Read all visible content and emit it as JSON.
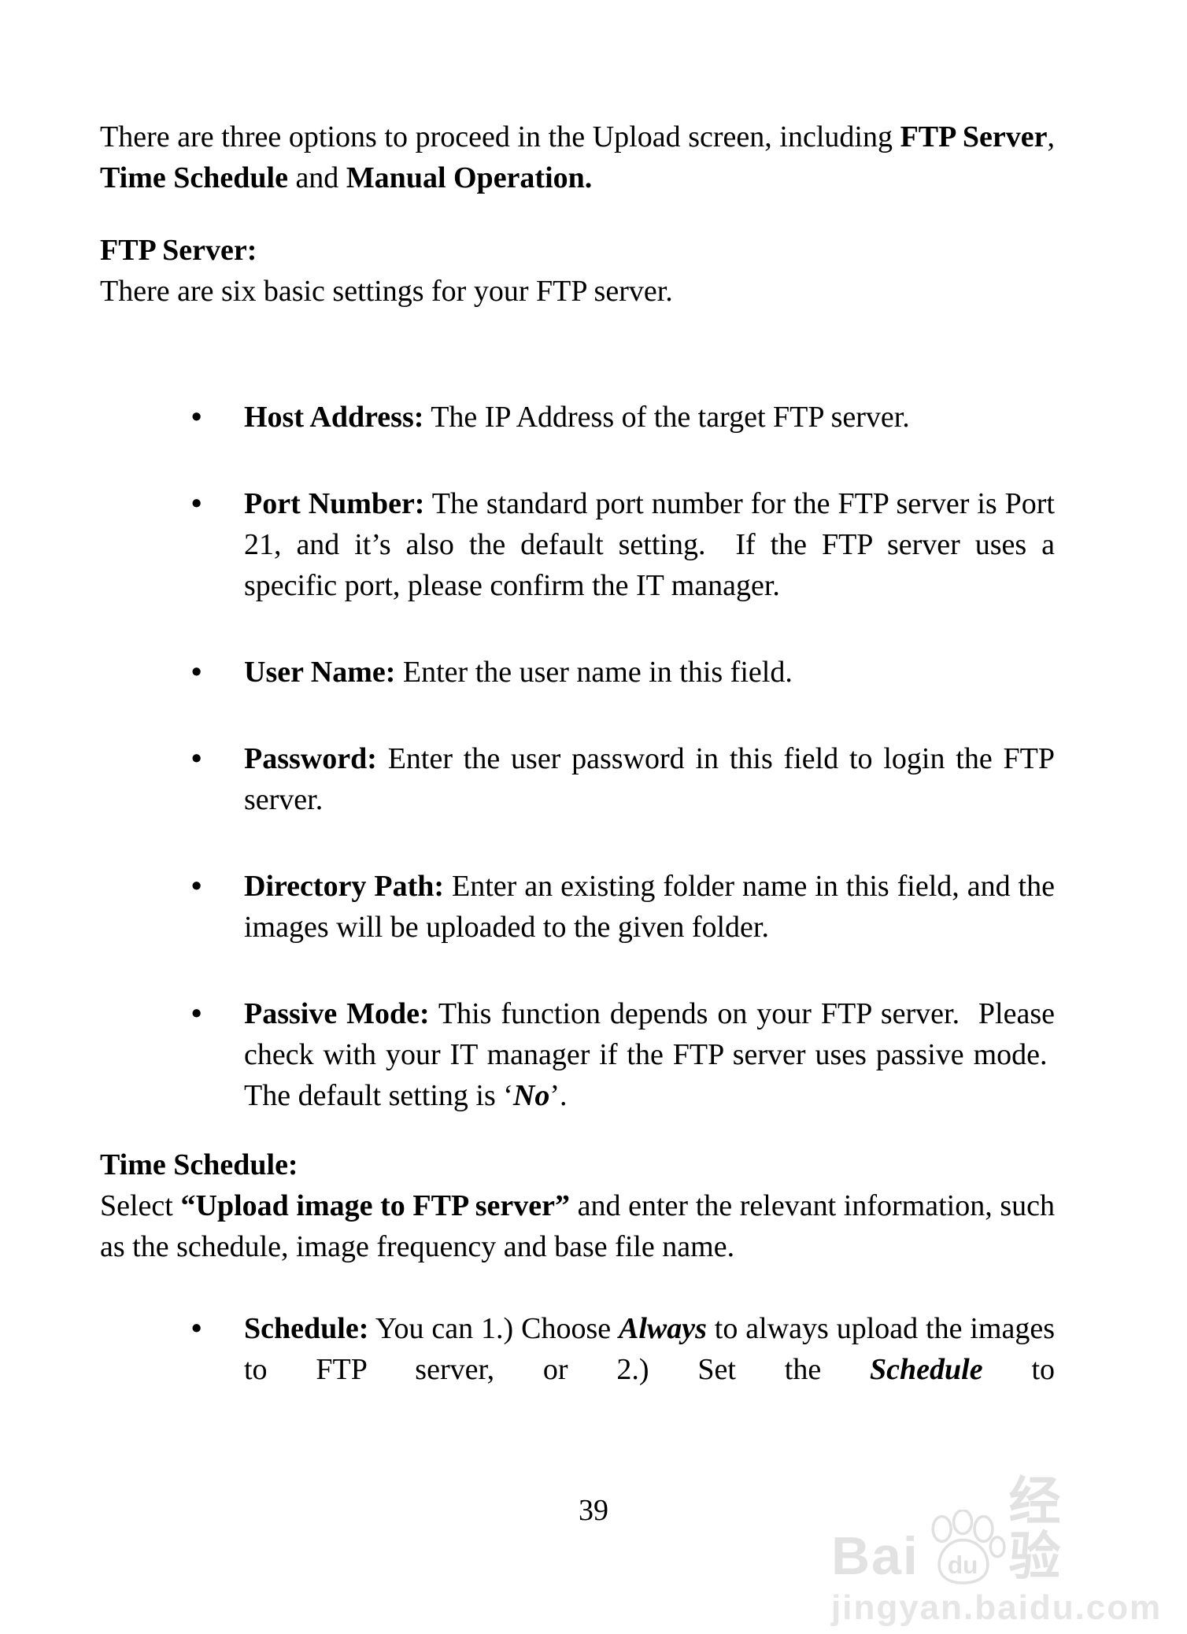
{
  "document": {
    "intro_runs": [
      {
        "t": "There are three options to proceed in the Upload screen, including "
      },
      {
        "t": "FTP Server",
        "b": true
      },
      {
        "t": ", "
      },
      {
        "t": "Time Schedule",
        "b": true
      },
      {
        "t": " and "
      },
      {
        "t": "Manual Operation.",
        "b": true
      }
    ],
    "ftp": {
      "heading": "FTP Server:",
      "subheading": "There are six basic settings for your FTP server.",
      "bullets": [
        [
          {
            "t": "Host Address:",
            "b": true
          },
          {
            "t": " The IP Address of the target FTP server."
          }
        ],
        [
          {
            "t": "Port Number:",
            "b": true
          },
          {
            "t": " The standard port number for the FTP server is Port 21, and it’s also the default setting.  If the FTP server uses a specific port, please confirm the IT manager."
          }
        ],
        [
          {
            "t": "User Name:",
            "b": true
          },
          {
            "t": " Enter the user name in this field."
          }
        ],
        [
          {
            "t": "Password:",
            "b": true
          },
          {
            "t": " Enter the user password in this field to login the FTP server."
          }
        ],
        [
          {
            "t": "Directory Path:",
            "b": true
          },
          {
            "t": " Enter an existing folder name in this field, and the images will be uploaded to the given folder."
          }
        ],
        [
          {
            "t": "Passive Mode:",
            "b": true
          },
          {
            "t": " This function depends on your FTP server.  Please check with your IT manager if the FTP server uses passive mode.  The default setting is ‘"
          },
          {
            "t": "No",
            "b": true,
            "i": true
          },
          {
            "t": "’."
          }
        ]
      ]
    },
    "time_schedule": {
      "heading": "Time Schedule:",
      "intro_runs": [
        {
          "t": "Select "
        },
        {
          "t": "“Upload image to FTP server”",
          "b": true
        },
        {
          "t": " and enter the relevant information, such as the schedule, image frequency and base file name."
        }
      ],
      "bullets": [
        [
          {
            "t": "Schedule:",
            "b": true
          },
          {
            "t": " You can 1.) Choose "
          },
          {
            "t": "Always",
            "b": true,
            "i": true
          },
          {
            "t": " to always upload the images to FTP server, or 2.) Set the "
          },
          {
            "t": "Schedule",
            "b": true,
            "i": true
          },
          {
            "t": " to"
          }
        ]
      ]
    },
    "page_number": "39"
  },
  "watermark": {
    "brand_bai": "Bai",
    "brand_du": "du",
    "brand_suffix": "经验",
    "url": "jingyan.baidu.com"
  }
}
